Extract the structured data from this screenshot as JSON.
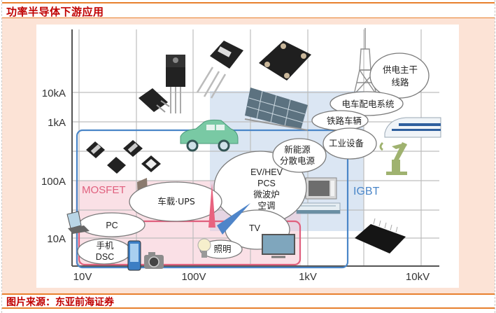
{
  "header": {
    "title": "功率半导体下游应用"
  },
  "footer": {
    "source": "图片来源：东亚前海证券"
  },
  "diagram": {
    "x_axis": {
      "scale": "log",
      "ticks": [
        "10V",
        "100V",
        "1kV",
        "10kV"
      ]
    },
    "y_axis": {
      "scale": "log",
      "ticks": [
        "10A",
        "100A",
        "1kA",
        "10kA"
      ]
    },
    "regions": [
      {
        "name": "MOSFET",
        "color": "#e0607e",
        "fill": "#f9dde3"
      },
      {
        "name": "IGBT",
        "color": "#4a86c8",
        "fill": "#d8e4f2"
      }
    ],
    "applications": {
      "phone_dsc": [
        "手机",
        "DSC"
      ],
      "pc": "PC",
      "car_ups": "车载·UPS",
      "lighting": "照明",
      "tv": "TV",
      "ev_group": [
        "EV/HEV",
        "PCS",
        "微波炉",
        "空调"
      ],
      "new_energy": [
        "新能源",
        "分散电源"
      ],
      "industrial": "工业设备",
      "railway": "铁路车辆",
      "train_power": "电车配电系统",
      "power_grid": [
        "供电主干",
        "线路"
      ]
    },
    "illustrations": [
      "smd-package-icon",
      "to220-package-icon",
      "to247-package-icon",
      "power-module-icon",
      "solar-panel-icon",
      "car-icon",
      "qfn-package-icon",
      "transmission-tower-icon",
      "bullet-train-icon",
      "robot-arm-icon",
      "microwave-icon",
      "air-conditioner-icon",
      "ipm-module-icon",
      "inverter-box-icon",
      "laptop-icon",
      "mobile-phone-icon",
      "camera-icon",
      "light-bulb-icon",
      "television-icon"
    ],
    "colors": {
      "grid": "#b8b8b8",
      "axis": "#555555",
      "mosfet": "#e0607e",
      "igbt": "#4a86c8",
      "title_red": "#c00000",
      "border_orange": "#e8802e",
      "bg_peach": "#fce3d6"
    }
  }
}
